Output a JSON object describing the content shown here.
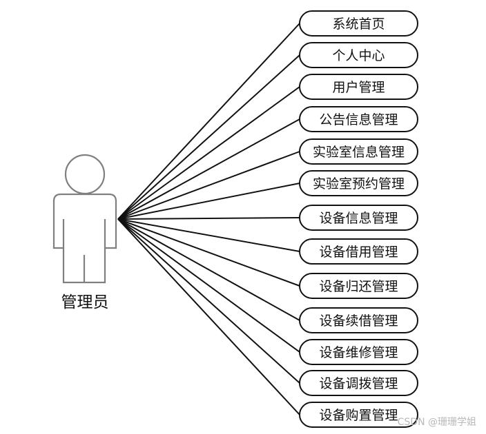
{
  "actor": {
    "label": "管理员"
  },
  "use_cases": [
    "系统首页",
    "个人中心",
    "用户管理",
    "公告信息管理",
    "实验室信息管理",
    "实验室预约管理",
    "设备信息管理",
    "设备借用管理",
    "设备归还管理",
    "设备续借管理",
    "设备维修管理",
    "设备调拨管理",
    "设备购置管理"
  ],
  "watermark": "CSDN @珊珊学姐",
  "colors": {
    "line": "#111111",
    "actor_stroke": "#7f7f7f",
    "box_stroke": "#111111"
  }
}
